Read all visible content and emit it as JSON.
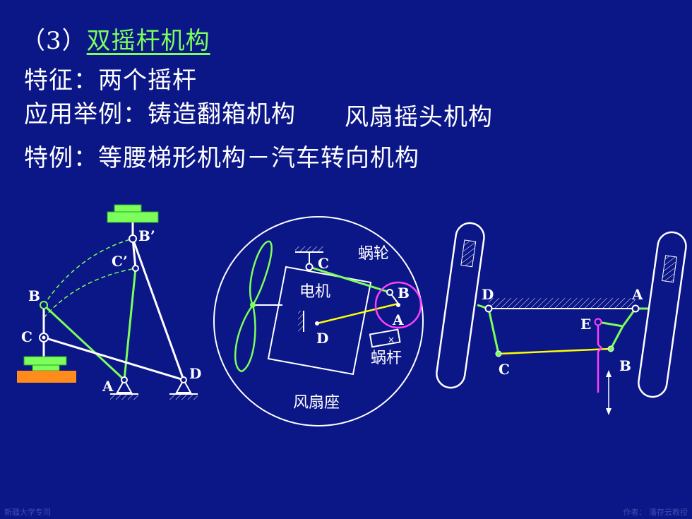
{
  "heading": {
    "number": "（3）",
    "title": "双摇杆机构"
  },
  "lines": {
    "feature": "特征：两个摇杆",
    "application": "应用举例：铸造翻箱机构",
    "application2": "风扇摇头机构",
    "special": "特例：等腰梯形机构－汽车转向机构"
  },
  "fig1": {
    "B_prime": "B’",
    "C_prime": "C’",
    "B": "B",
    "C": "C",
    "A": "A",
    "D": "D"
  },
  "fig2": {
    "C": "C",
    "motor": "电机",
    "worm_wheel": "蜗轮",
    "B": "B",
    "A": "A",
    "D": "D",
    "worm": "蜗杆",
    "fan_base": "风扇座"
  },
  "fig3": {
    "D": "D",
    "A": "A",
    "E": "E",
    "C": "C",
    "B": "B"
  },
  "footer": {
    "left": "新疆大学专用",
    "right": "作者： 潘存云教授"
  },
  "colors": {
    "background": "#0b1687",
    "green": "#7cff5a",
    "yellow": "#ffff00",
    "magenta": "#ff40ff"
  }
}
